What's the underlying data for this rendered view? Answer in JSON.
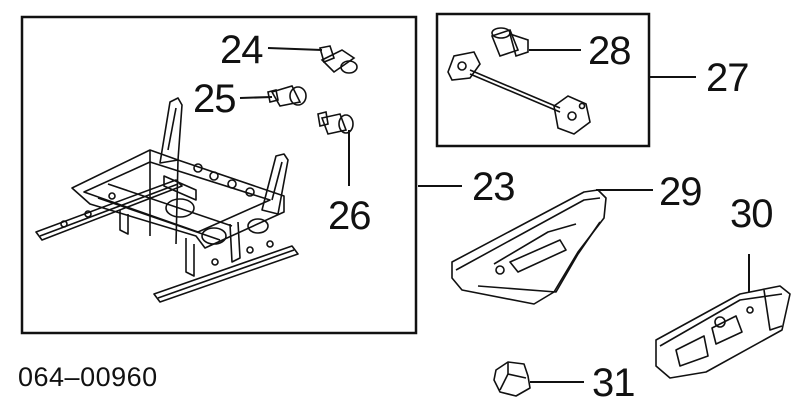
{
  "figure_code": "064–00960",
  "callouts": {
    "c23": "23",
    "c24": "24",
    "c25": "25",
    "c26": "26",
    "c27": "27",
    "c28": "28",
    "c29": "29",
    "c30": "30",
    "c31": "31"
  },
  "parts": [
    {
      "id": "23",
      "name": "seat-track-frame"
    },
    {
      "id": "24",
      "name": "motor"
    },
    {
      "id": "25",
      "name": "motor"
    },
    {
      "id": "26",
      "name": "motor"
    },
    {
      "id": "27",
      "name": "drive-shaft-assembly"
    },
    {
      "id": "28",
      "name": "motor"
    },
    {
      "id": "29",
      "name": "seat-side-cover"
    },
    {
      "id": "30",
      "name": "seat-switch-cover"
    },
    {
      "id": "31",
      "name": "clip"
    }
  ]
}
